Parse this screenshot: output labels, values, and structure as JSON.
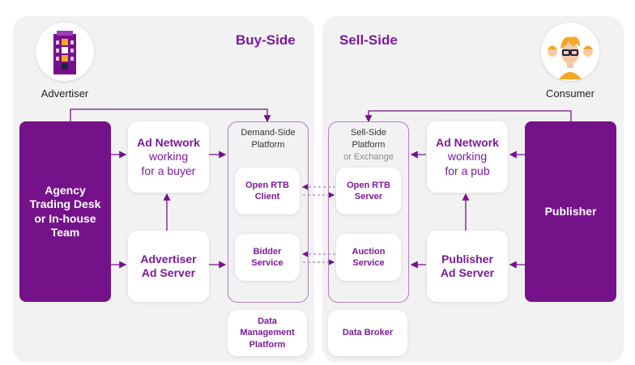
{
  "buy_side": {
    "title": "Buy-Side",
    "advertiser_label": "Advertiser",
    "agency": [
      "Agency",
      "Trading Desk",
      "or In-house",
      "Team"
    ],
    "ad_network": {
      "title": "Ad Network",
      "line1": "working",
      "line2": "for a buyer"
    },
    "advertiser_ad_server": {
      "line1": "Advertiser",
      "line2": "Ad Server"
    },
    "dsp": {
      "line1": "Demand-Side",
      "line2": "Platform"
    },
    "open_rtb_client": {
      "line1": "Open RTB",
      "line2": "Client"
    },
    "bidder_service": {
      "line1": "Bidder",
      "line2": "Service"
    },
    "dmp": {
      "line1": "Data",
      "line2": "Management",
      "line3": "Platform"
    }
  },
  "sell_side": {
    "title": "Sell-Side",
    "consumer_label": "Consumer",
    "publisher": "Publisher",
    "ad_network": {
      "title": "Ad Network",
      "line1": "working",
      "line2": "for a pub"
    },
    "publisher_ad_server": {
      "line1": "Publisher",
      "line2": "Ad Server"
    },
    "ssp": {
      "line1": "Sell-Side",
      "line2": "Platform",
      "line3": "or Exchange"
    },
    "open_rtb_server": {
      "line1": "Open RTB",
      "line2": "Server"
    },
    "auction_service": {
      "line1": "Auction",
      "line2": "Service"
    },
    "data_broker": "Data Broker"
  },
  "colors": {
    "accent": "#75128a",
    "text_accent": "#7a1a9a",
    "panel": "#f2f2f2",
    "border": "#b27fc4"
  },
  "icons": [
    "building-icon",
    "consumer-face-icon"
  ]
}
